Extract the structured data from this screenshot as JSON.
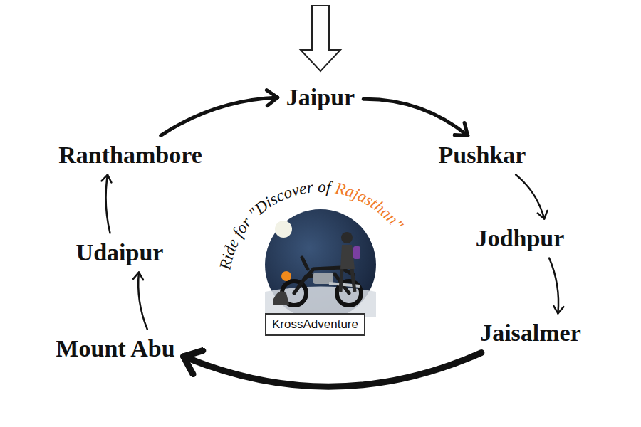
{
  "diagram": {
    "nodes": [
      {
        "text": [
          "Jaipur"
        ]
      },
      {
        "text": [
          "Pushkar"
        ]
      },
      {
        "text": [
          "Jodhpur"
        ]
      },
      {
        "text": [
          "Jaisalmer"
        ]
      },
      {
        "text": [
          "Mount Abu"
        ]
      },
      {
        "text": [
          "Udaipur"
        ]
      },
      {
        "text": [
          "Ranthambore"
        ]
      }
    ],
    "edges": [
      {
        "from": 0,
        "to": 1,
        "arrow": "to"
      },
      {
        "from": 1,
        "to": 2,
        "arrow": "to"
      },
      {
        "from": 2,
        "to": 3,
        "arrow": "to"
      },
      {
        "from": 3,
        "to": 4,
        "arrow": "to"
      },
      {
        "from": 4,
        "to": 5,
        "arrow": "to"
      },
      {
        "from": 5,
        "to": 6,
        "arrow": "to"
      },
      {
        "from": 6,
        "to": 0,
        "arrow": "to"
      }
    ],
    "labels": [
      "Ride for \"Discover of",
      "Rajasthan\"",
      "KrossAdventure"
    ]
  }
}
